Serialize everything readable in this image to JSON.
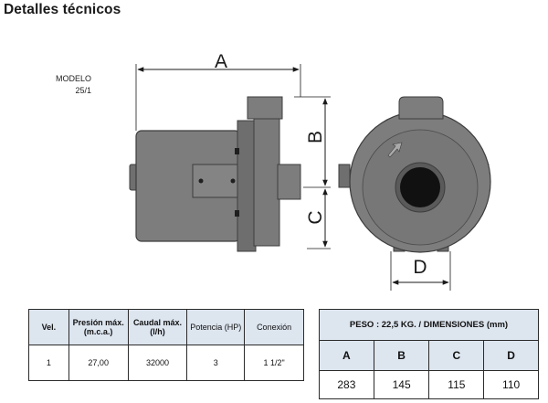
{
  "page": {
    "title": "Detalles técnicos"
  },
  "model": {
    "label": "MODELO",
    "value": "25/1"
  },
  "drawing": {
    "dimension_labels": {
      "a": "A",
      "b": "B",
      "c": "C",
      "d": "D"
    },
    "colors": {
      "body": "#7d7d7d",
      "body_dark": "#5a5a5a",
      "outline": "#3d3d3d",
      "line": "#1a1a1a"
    }
  },
  "specs_table": {
    "headers": [
      "Vel.",
      "Presión máx. (m.c.a.)",
      "Caudal máx. (l/h)",
      "Potencia (HP)",
      "Conexión"
    ],
    "rows": [
      [
        "1",
        "27,00",
        "32000",
        "3",
        "1 1/2\""
      ]
    ],
    "header_bg": "#dde5ef"
  },
  "dimensions_table": {
    "title": "PESO : 22,5 KG. / DIMENSIONES (mm)",
    "headers": [
      "A",
      "B",
      "C",
      "D"
    ],
    "values": [
      "283",
      "145",
      "115",
      "110"
    ]
  }
}
